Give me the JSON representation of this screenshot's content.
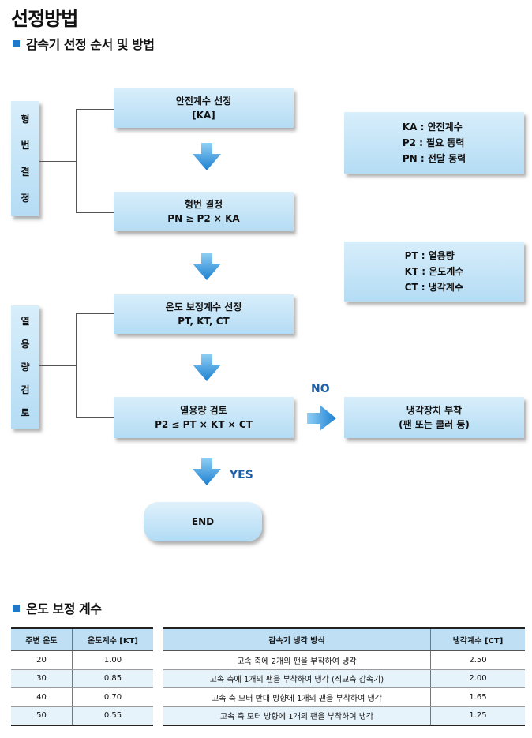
{
  "page_title": "선정방법",
  "section1_title": "감속기 선정 순서 및 방법",
  "section2_title": "온도 보정 계수",
  "side_left_top": [
    "형",
    "번",
    "결",
    "정"
  ],
  "side_left_bottom": [
    "열",
    "용",
    "량",
    "검",
    "토"
  ],
  "steps": {
    "safety": {
      "line1": "안전계수 선정",
      "line2": "[KA]"
    },
    "model": {
      "line1": "형번 결정",
      "line2": "PN ≥ P2 × KA"
    },
    "temp": {
      "line1": "온도 보정계수 선정",
      "line2": "PT, KT, CT"
    },
    "thermal": {
      "line1": "열용량 검토",
      "line2": "P2 ≤ PT × KT × CT"
    },
    "cooling": {
      "line1": "냉각장치 부착",
      "line2": "(팬 또는 쿨러 등)"
    },
    "end": "END"
  },
  "info1": [
    "KA : 안전계수",
    "P2 : 필요 동력",
    "PN : 전달 동력"
  ],
  "info2": [
    "PT : 열용량",
    "KT : 온도계수",
    "CT : 냉각계수"
  ],
  "no_label": "NO",
  "yes_label": "YES",
  "table_left": {
    "headers": [
      "주변 온도",
      "온도계수 [KT]"
    ],
    "rows": [
      [
        "20",
        "1.00"
      ],
      [
        "30",
        "0.85"
      ],
      [
        "40",
        "0.70"
      ],
      [
        "50",
        "0.55"
      ]
    ]
  },
  "table_right": {
    "headers": [
      "감속기 냉각 방식",
      "냉각계수 [CT]"
    ],
    "rows": [
      [
        "고속 축에 2개의 팬을 부착하여 냉각",
        "2.50"
      ],
      [
        "고속 축에 1개의 팬을 부착하여 냉각 (직교축 감속기)",
        "2.00"
      ],
      [
        "고속 축 모터 반대 방향에 1개의 팬을 부착하여 냉각",
        "1.65"
      ],
      [
        "고속 축 모터 방향에 1개의 팬을 부착하여 냉각",
        "1.25"
      ]
    ]
  },
  "colors": {
    "accent": "#1f78c8",
    "box": "#bfe2f6",
    "arrow": "#2a8fd8"
  }
}
